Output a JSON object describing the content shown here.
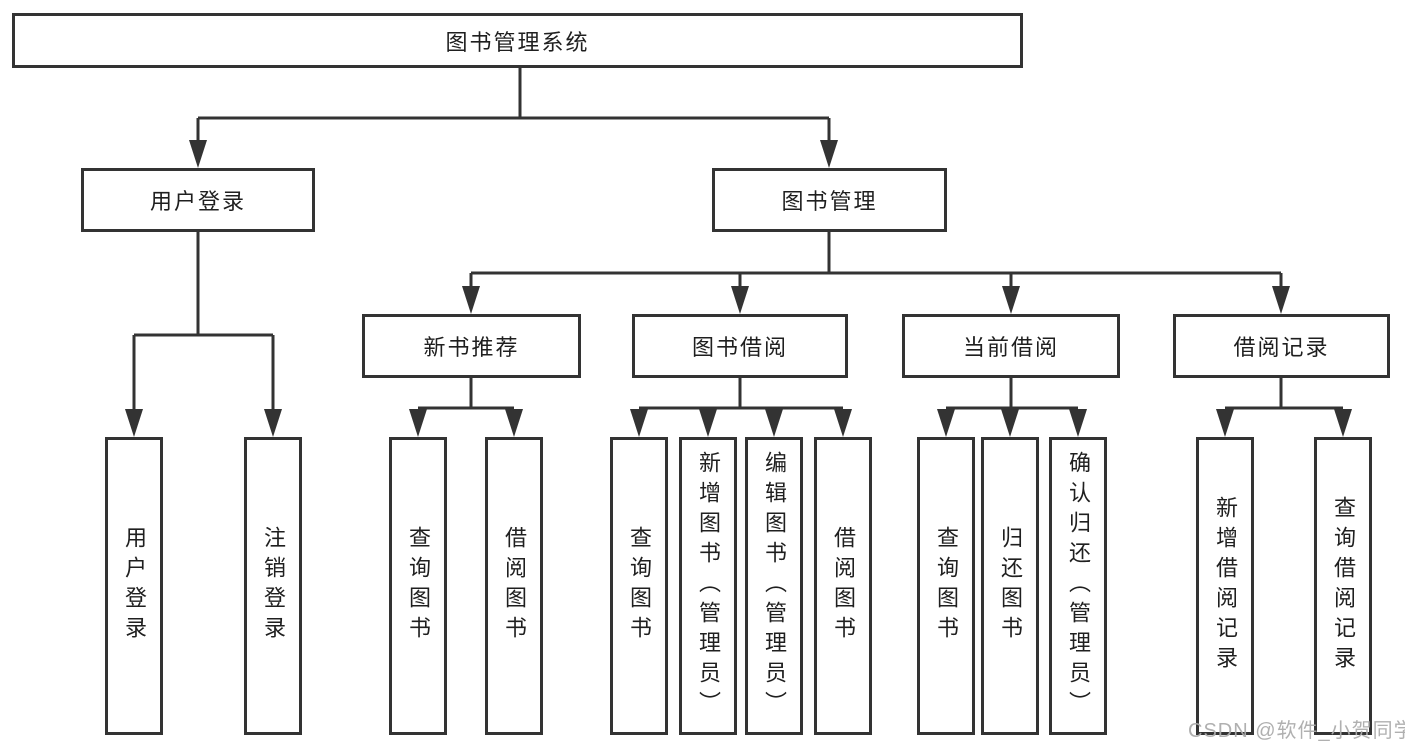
{
  "colors": {
    "line": "#333333",
    "box_border": "#333333",
    "text": "#1f1f1f",
    "watermark_text": "#acacac",
    "background": "#ffffff"
  },
  "tree": {
    "root": {
      "label": "图书管理系统"
    },
    "user_login": {
      "label": "用户登录",
      "children": [
        "用户登录",
        "注销登录"
      ]
    },
    "book_management": {
      "label": "图书管理"
    },
    "new_book_recommend": {
      "label": "新书推荐",
      "children": [
        "查询图书",
        "借阅图书"
      ]
    },
    "book_borrow": {
      "label": "图书借阅",
      "children": [
        "查询图书",
        "新增图书（管理员）",
        "编辑图书（管理员）",
        "借阅图书"
      ]
    },
    "current_borrow": {
      "label": "当前借阅",
      "children": [
        "查询图书",
        "归还图书",
        "确认归还（管理员）"
      ]
    },
    "borrow_records": {
      "label": "借阅记录",
      "children": [
        "新增借阅记录",
        "查询借阅记录"
      ]
    }
  },
  "watermark": {
    "text": "CSDN @软件_小贺同学"
  }
}
